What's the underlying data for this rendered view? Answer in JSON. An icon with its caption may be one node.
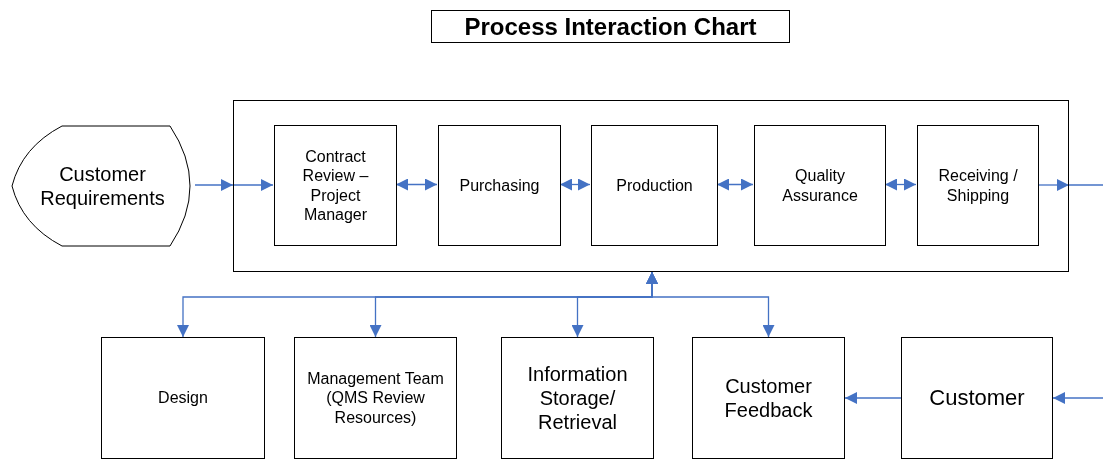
{
  "diagram": {
    "title": "Process Interaction Chart",
    "nodes": [
      {
        "text": [
          "Customer Requirements"
        ]
      },
      {
        "text": [],
        "shape": "box"
      },
      {
        "text": [
          "Contract Review – Project Manager"
        ],
        "in": 1
      },
      {
        "text": [
          "Purchasing"
        ],
        "in": 1
      },
      {
        "text": [
          "Production"
        ],
        "in": 1
      },
      {
        "text": [
          "Quality Assurance"
        ],
        "in": 1
      },
      {
        "text": [
          "Receiving / Shipping"
        ],
        "in": 1
      },
      {
        "text": [
          "Design"
        ]
      },
      {
        "text": [
          "Management Team (QMS Review Resources)"
        ]
      },
      {
        "text": [
          "Information Storage/ Retrieval"
        ]
      },
      {
        "text": [
          "Customer Feedback"
        ]
      },
      {
        "text": [
          "Customer"
        ]
      }
    ],
    "edges": [
      {
        "from": 0,
        "to": 1,
        "arrow": "to"
      },
      {
        "from": 1,
        "to": 2,
        "arrow": "to"
      },
      {
        "from": 2,
        "to": 3,
        "arrow": "both"
      },
      {
        "from": 3,
        "to": 4,
        "arrow": "both"
      },
      {
        "from": 4,
        "to": 5,
        "arrow": "both"
      },
      {
        "from": 5,
        "to": 6,
        "arrow": "both"
      },
      {
        "from": 6,
        "to": 1,
        "arrow": "to"
      },
      {
        "from": 1,
        "to": null,
        "arrow": "none"
      },
      {
        "from": 1,
        "to": 7,
        "arrow": "both"
      },
      {
        "from": 1,
        "to": 8,
        "arrow": "both"
      },
      {
        "from": 1,
        "to": 9,
        "arrow": "both"
      },
      {
        "from": 1,
        "to": 10,
        "arrow": "both"
      },
      {
        "from": 11,
        "to": 10,
        "arrow": "to"
      },
      {
        "from": null,
        "to": 11,
        "arrow": "to"
      }
    ]
  }
}
